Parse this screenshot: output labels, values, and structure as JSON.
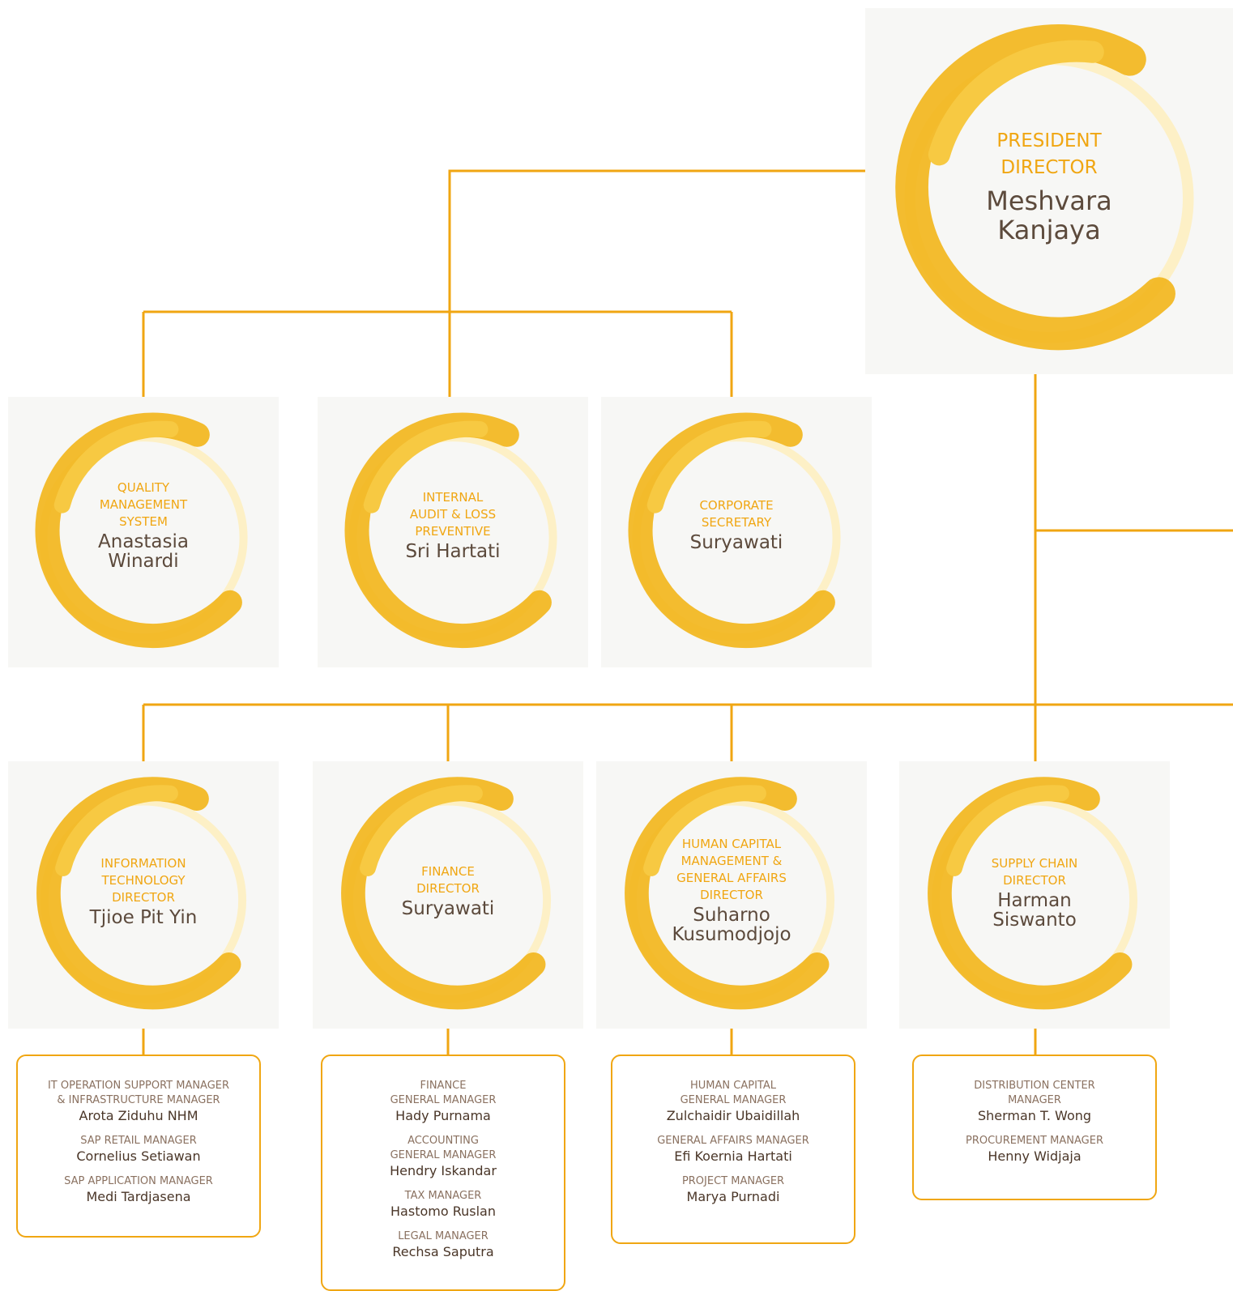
{
  "colors": {
    "connector": "#f0a612",
    "role": "#f0a612",
    "name": "#5c4a3c",
    "ring": "#f2b51a"
  },
  "president": {
    "role": "PRESIDENT\nDIRECTOR",
    "name": "Meshvara\nKanjaya"
  },
  "units": [
    {
      "role": "QUALITY\nMANAGEMENT\nSYSTEM",
      "name": "Anastasia\nWinardi"
    },
    {
      "role": "INTERNAL\nAUDIT & LOSS\nPREVENTIVE",
      "name": "Sri Hartati"
    },
    {
      "role": "CORPORATE\nSECRETARY",
      "name": "Suryawati"
    }
  ],
  "directors": [
    {
      "role": "INFORMATION\nTECHNOLOGY\nDIRECTOR",
      "name": "Tjioe Pit Yin"
    },
    {
      "role": "FINANCE\nDIRECTOR",
      "name": "Suryawati"
    },
    {
      "role": "HUMAN CAPITAL\nMANAGEMENT &\nGENERAL AFFAIRS\nDIRECTOR",
      "name": "Suharno\nKusumodjojo"
    },
    {
      "role": "SUPPLY CHAIN\nDIRECTOR",
      "name": "Harman\nSiswanto"
    }
  ],
  "managers": [
    [
      {
        "title": "IT OPERATION SUPPORT MANAGER\n& INFRASTRUCTURE MANAGER",
        "name": "Arota Ziduhu NHM"
      },
      {
        "title": "SAP RETAIL MANAGER",
        "name": "Cornelius Setiawan"
      },
      {
        "title": "SAP APPLICATION MANAGER",
        "name": "Medi Tardjasena"
      }
    ],
    [
      {
        "title": "FINANCE\nGENERAL MANAGER",
        "name": "Hady Purnama"
      },
      {
        "title": "ACCOUNTING\nGENERAL MANAGER",
        "name": "Hendry Iskandar"
      },
      {
        "title": "TAX MANAGER",
        "name": "Hastomo Ruslan"
      },
      {
        "title": "LEGAL MANAGER",
        "name": "Rechsa Saputra"
      }
    ],
    [
      {
        "title": "HUMAN CAPITAL\nGENERAL MANAGER",
        "name": "Zulchaidir Ubaidillah"
      },
      {
        "title": "GENERAL AFFAIRS MANAGER",
        "name": "Efi Koernia Hartati"
      },
      {
        "title": "PROJECT MANAGER",
        "name": "Marya Purnadi"
      }
    ],
    [
      {
        "title": "DISTRIBUTION CENTER\nMANAGER",
        "name": "Sherman T. Wong"
      },
      {
        "title": "PROCUREMENT MANAGER",
        "name": "Henny Widjaja"
      }
    ]
  ]
}
